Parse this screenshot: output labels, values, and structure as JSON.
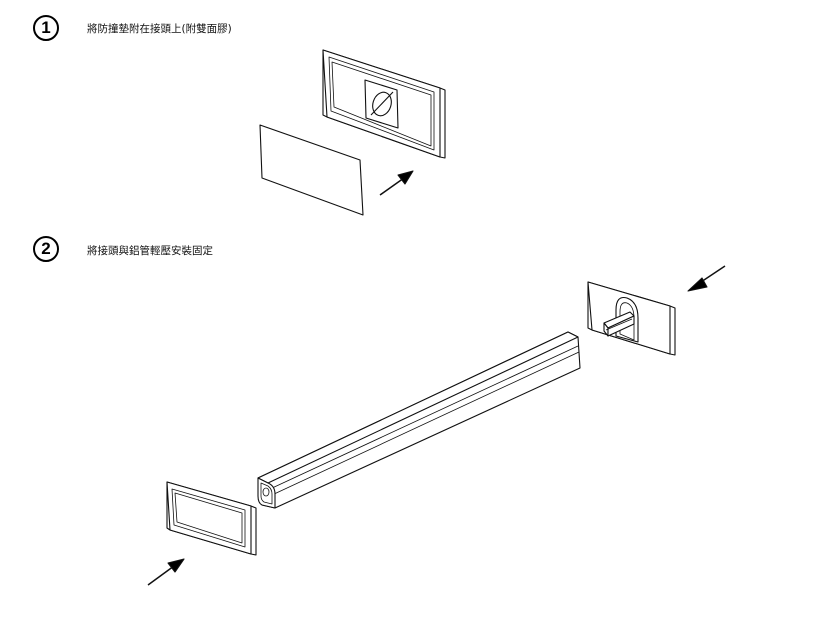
{
  "steps": [
    {
      "number": "1",
      "text": "將防撞墊附在接頭上(附雙面膠)"
    },
    {
      "number": "2",
      "text": "將接頭與鋁管輕壓安裝固定"
    }
  ]
}
